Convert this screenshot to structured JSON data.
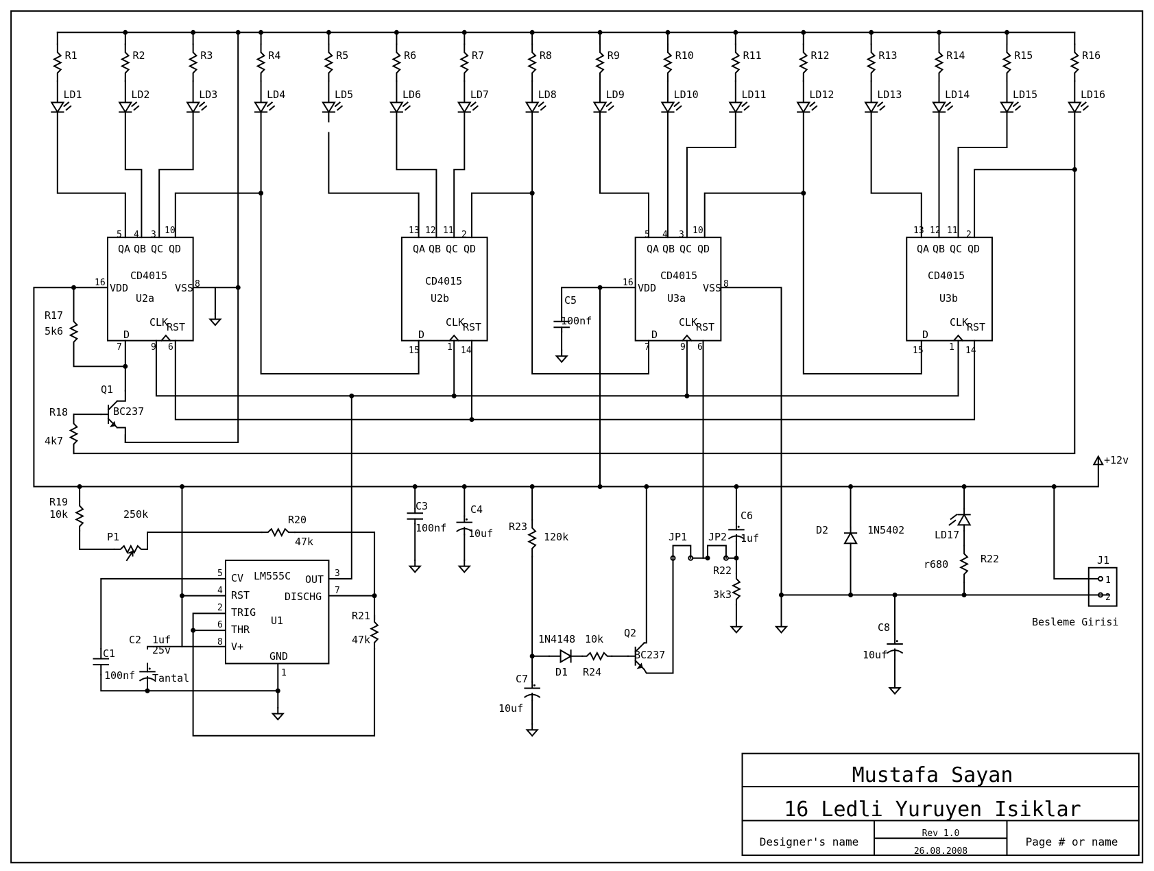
{
  "leds": [
    {
      "r": "R1",
      "ld": "LD1"
    },
    {
      "r": "R2",
      "ld": "LD2"
    },
    {
      "r": "R3",
      "ld": "LD3"
    },
    {
      "r": "R4",
      "ld": "LD4"
    },
    {
      "r": "R5",
      "ld": "LD5"
    },
    {
      "r": "R6",
      "ld": "LD6"
    },
    {
      "r": "R7",
      "ld": "LD7"
    },
    {
      "r": "R8",
      "ld": "LD8"
    },
    {
      "r": "R9",
      "ld": "LD9"
    },
    {
      "r": "R10",
      "ld": "LD10"
    },
    {
      "r": "R11",
      "ld": "LD11"
    },
    {
      "r": "R12",
      "ld": "LD12"
    },
    {
      "r": "R13",
      "ld": "LD13"
    },
    {
      "r": "R14",
      "ld": "LD14"
    },
    {
      "r": "R15",
      "ld": "LD15"
    },
    {
      "r": "R16",
      "ld": "LD16"
    }
  ],
  "ics": [
    {
      "name": "CD4015",
      "ref": "U2a",
      "pins": {
        "top": [
          "5",
          "4",
          "3",
          "10"
        ],
        "left": "16",
        "right": "8",
        "bottom": [
          "7",
          "9",
          "6"
        ]
      },
      "labels": {
        "q": [
          "QA",
          "QB",
          "QC",
          "QD"
        ],
        "vdd": "VDD",
        "vss": "VSS",
        "d": "D",
        "clk": "CLK",
        "rst": "RST"
      }
    },
    {
      "name": "CD4015",
      "ref": "U2b",
      "pins": {
        "top": [
          "13",
          "12",
          "11",
          "2"
        ],
        "left": "",
        "right": "",
        "bottom": [
          "15",
          "1",
          "14"
        ]
      },
      "labels": {
        "q": [
          "QA",
          "QB",
          "QC",
          "QD"
        ],
        "vdd": "",
        "vss": "",
        "d": "D",
        "clk": "CLK",
        "rst": "RST"
      }
    },
    {
      "name": "CD4015",
      "ref": "U3a",
      "pins": {
        "top": [
          "5",
          "4",
          "3",
          "10"
        ],
        "left": "16",
        "right": "8",
        "bottom": [
          "7",
          "9",
          "6"
        ]
      },
      "labels": {
        "q": [
          "QA",
          "QB",
          "QC",
          "QD"
        ],
        "vdd": "VDD",
        "vss": "VSS",
        "d": "D",
        "clk": "CLK",
        "rst": "RST"
      }
    },
    {
      "name": "CD4015",
      "ref": "U3b",
      "pins": {
        "top": [
          "13",
          "12",
          "11",
          "2"
        ],
        "left": "",
        "right": "",
        "bottom": [
          "15",
          "1",
          "14"
        ]
      },
      "labels": {
        "q": [
          "QA",
          "QB",
          "QC",
          "QD"
        ],
        "vdd": "",
        "vss": "",
        "d": "D",
        "clk": "CLK",
        "rst": "RST"
      }
    }
  ],
  "timer": {
    "name": "LM555C",
    "ref": "U1",
    "pins": {
      "cv": "CV",
      "rst": "RST",
      "trig": "TRIG",
      "thr": "THR",
      "vplus": "V+",
      "gnd": "GND",
      "out": "OUT",
      "dischg": "DISCHG"
    },
    "nums": {
      "cv": "5",
      "rst": "4",
      "trig": "2",
      "thr": "6",
      "vplus": "8",
      "gnd": "1",
      "out": "3",
      "dischg": "7"
    }
  },
  "parts": {
    "r17": "R17",
    "r17v": "5k6",
    "r18": "R18",
    "r18v": "4k7",
    "q1": "Q1",
    "q1t": "BC237",
    "c5": "C5",
    "c5v": "100nf",
    "r19": "R19",
    "r19v": "10k",
    "p1": "P1",
    "p1v": "250k",
    "r20": "R20",
    "r20v": "47k",
    "r21": "R21",
    "r21v": "47k",
    "c1": "C1",
    "c1v": "100nf",
    "c2": "C2",
    "c2v": "1uf",
    "c2v2": "25v",
    "c2t": "Tantal",
    "c3": "C3",
    "c3v": "100nf",
    "c4": "C4",
    "c4v": "10uf",
    "r23": "R23",
    "r23v": "120k",
    "d1t": "1N4148",
    "d1": "D1",
    "r24v": "10k",
    "r24": "R24",
    "c7": "C7",
    "c7v": "10uf",
    "q2": "Q2",
    "q2t": "BC237",
    "jp1": "JP1",
    "jp2": "JP2",
    "c6": "C6",
    "c6v": "1uf",
    "r22a": "R22",
    "r22av": "3k3",
    "d2": "D2",
    "d2t": "1N5402",
    "ld17": "LD17",
    "r22b": "R22",
    "r22bv": "r680",
    "c8": "C8",
    "c8v": "10uf",
    "j1": "J1",
    "j1p1": "1",
    "j1p2": "2",
    "besleme": "Besleme Girisi",
    "vcc": "+12v"
  },
  "title_block": {
    "designer": "Mustafa Sayan",
    "title": "16 Ledli Yuruyen Isiklar",
    "designer_label": "Designer's name",
    "rev": "Rev 1.0",
    "date": "26.08.2008",
    "page": "Page # or name"
  }
}
